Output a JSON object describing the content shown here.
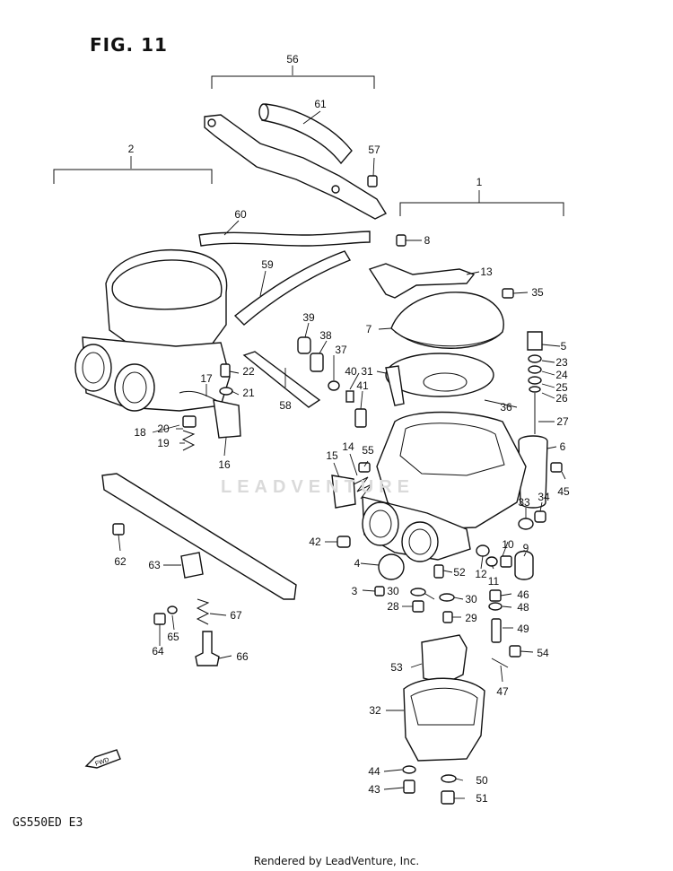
{
  "figure_title": "FIG. 11",
  "model_code": "GS550ED  E3",
  "footer": "Rendered by LeadVenture, Inc.",
  "watermark": "LEADVENTURE",
  "fwd_marker": "FWD",
  "part_labels": [
    "1",
    "2",
    "3",
    "4",
    "5",
    "6",
    "7",
    "8",
    "9",
    "10",
    "11",
    "12",
    "13",
    "14",
    "15",
    "16",
    "17",
    "18",
    "19",
    "20",
    "21",
    "22",
    "23",
    "24",
    "25",
    "26",
    "27",
    "28",
    "29",
    "30",
    "30",
    "31",
    "32",
    "33",
    "34",
    "35",
    "36",
    "37",
    "38",
    "39",
    "40",
    "41",
    "42",
    "43",
    "44",
    "45",
    "46",
    "47",
    "48",
    "49",
    "50",
    "51",
    "52",
    "53",
    "54",
    "55",
    "56",
    "57",
    "58",
    "59",
    "60",
    "61",
    "62",
    "63",
    "64",
    "65",
    "66",
    "67"
  ]
}
